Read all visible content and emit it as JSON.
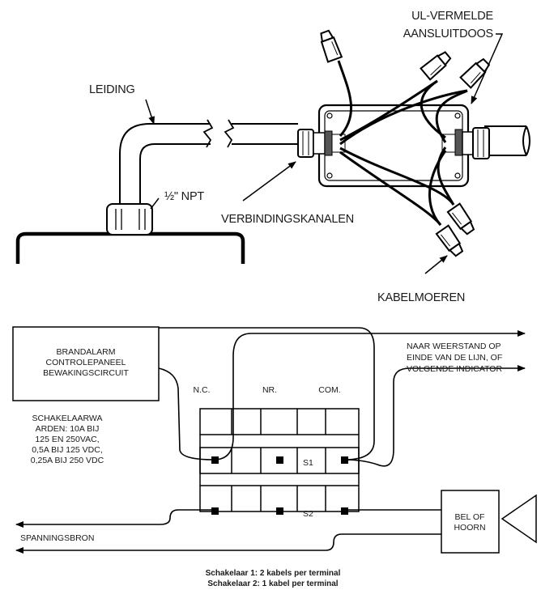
{
  "labels": {
    "conduit": "LEIDING",
    "npt": "½\" NPT",
    "junction_box_line1": "UL-VERMELDE",
    "junction_box_line2": "AANSLUITDOOS",
    "connectors": "VERBINDINGSKANALEN",
    "wire_nuts": "KABELMOEREN"
  },
  "wiring": {
    "fire_panel": [
      "BRANDALARM",
      "CONTROLEPANEEL",
      "BEWAKINGSCIRCUIT"
    ],
    "to_resistor": [
      "NAAR WEERSTAND OP",
      "EINDE VAN DE LIJN, OF",
      "VOLGENDE INDICATOR"
    ],
    "nc": "N.C.",
    "no": "NR.",
    "com": "COM.",
    "s1": "S1",
    "s2": "S2",
    "ratings": [
      "SCHAKELAARWA",
      "ARDEN: 10A BIJ",
      "125 EN 250VAC,",
      "0,5A BIJ 125 VDC,",
      "0,25A BIJ 250 VDC"
    ],
    "power_source": "SPANNINGSBRON",
    "bell": [
      "BEL OF",
      "HOORN"
    ]
  },
  "captions": {
    "line1": "Schakelaar 1: 2 kabels per terminal",
    "line2": "Schakelaar 2: 1 kabel per terminal"
  }
}
